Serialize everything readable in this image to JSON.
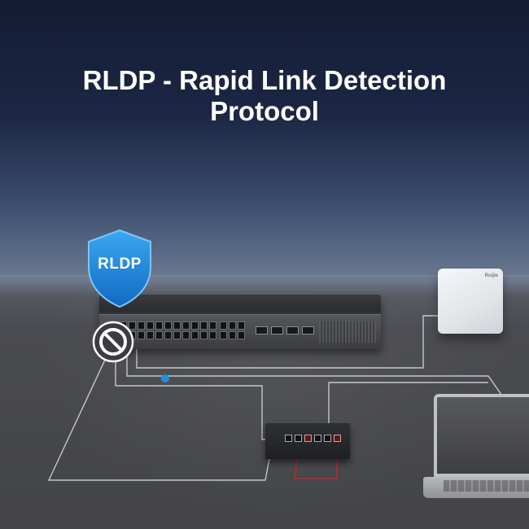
{
  "title": {
    "line1": "RLDP - Rapid Link Detection",
    "line2": "Protocol"
  },
  "badge": {
    "label": "RLDP",
    "shape": "shield-icon",
    "color": "#1f8fe0"
  },
  "status_icon": "blocked-icon",
  "ap_brand": "Ruijie",
  "colors": {
    "cable": "#d9dde3",
    "loop_cable": "#c0262c",
    "link_dot": "#1f8fe0"
  }
}
